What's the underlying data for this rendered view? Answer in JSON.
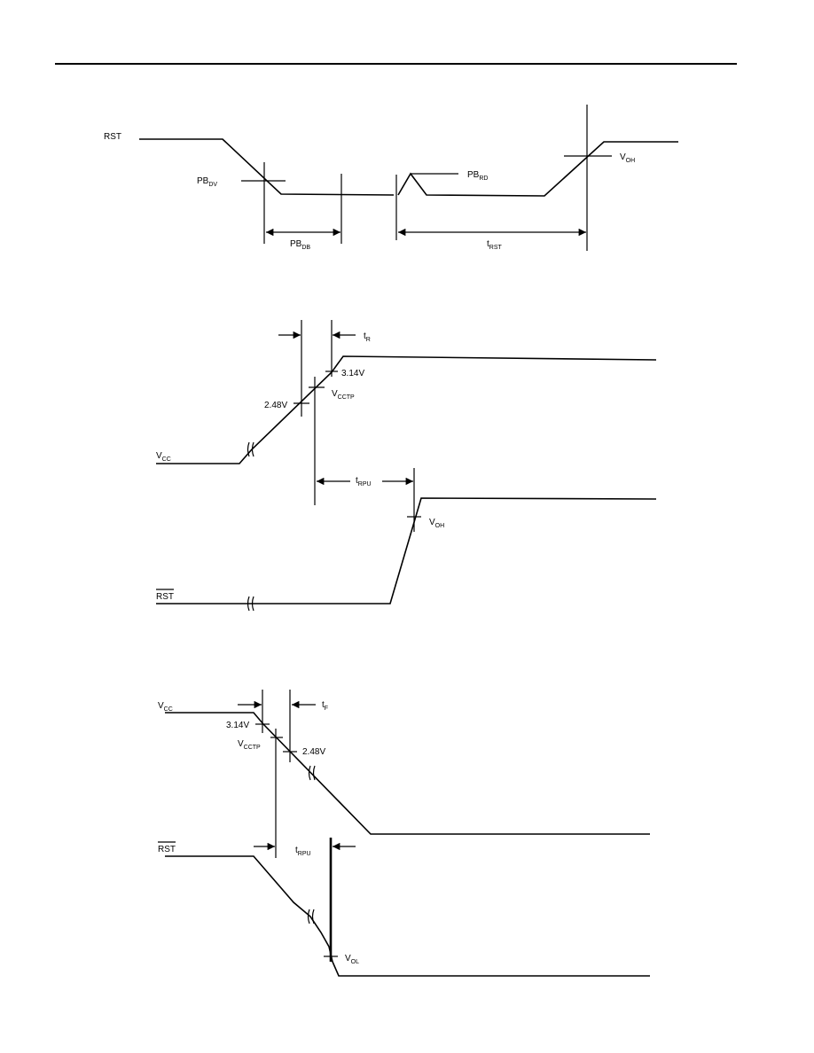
{
  "diagram1": {
    "rst": "RST",
    "pb_dv": {
      "main": "PB",
      "sub": "DV"
    },
    "pb_db": {
      "main": "PB",
      "sub": "DB"
    },
    "pb_rd": {
      "main": "PB",
      "sub": "RD"
    },
    "t_rst": {
      "main": "t",
      "sub": "RST"
    },
    "v_oh": {
      "main": "V",
      "sub": "OH"
    }
  },
  "diagram2": {
    "t_r": {
      "main": "t",
      "sub": "R"
    },
    "v314": "3.14V",
    "vcctp": {
      "main": "V",
      "sub": "CCTP"
    },
    "v248": "2.48V",
    "vcc": {
      "main": "V",
      "sub": "CC"
    },
    "t_rpu": {
      "main": "t",
      "sub": "RPU"
    },
    "v_oh": {
      "main": "V",
      "sub": "OH"
    },
    "rst": "RST"
  },
  "diagram3": {
    "vcc": {
      "main": "V",
      "sub": "CC"
    },
    "t_f": {
      "main": "t",
      "sub": "F"
    },
    "v314": "3.14V",
    "vcctp": {
      "main": "V",
      "sub": "CCTP"
    },
    "v248": "2.48V",
    "rst": "RST",
    "t_rpu": {
      "main": "t",
      "sub": "RPU"
    },
    "v_ol": {
      "main": "V",
      "sub": "OL"
    }
  }
}
